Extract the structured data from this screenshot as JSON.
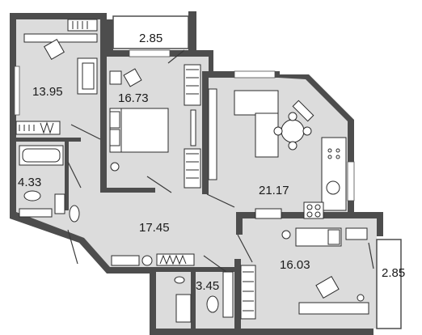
{
  "rooms": [
    {
      "id": "balcony-top",
      "area": "2.85"
    },
    {
      "id": "room-top-left",
      "area": "13.95"
    },
    {
      "id": "bedroom",
      "area": "16.73"
    },
    {
      "id": "bathroom",
      "area": "4.33"
    },
    {
      "id": "kitchen-living",
      "area": "21.17"
    },
    {
      "id": "hallway",
      "area": "17.45"
    },
    {
      "id": "room-bottom-right",
      "area": "16.03"
    },
    {
      "id": "wc",
      "area": "3.45"
    },
    {
      "id": "balcony-right",
      "area": "2.85"
    }
  ],
  "colors": {
    "wall": "#4d4d4d",
    "floor": "#dcdcdc",
    "furniture": "#ffffff"
  }
}
